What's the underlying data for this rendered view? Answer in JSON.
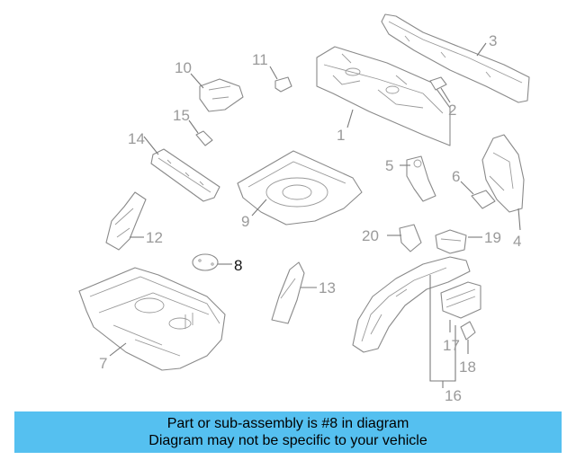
{
  "diagram": {
    "callouts": [
      "1",
      "2",
      "3",
      "4",
      "5",
      "6",
      "7",
      "8",
      "9",
      "10",
      "11",
      "12",
      "13",
      "14",
      "15",
      "16",
      "17",
      "18",
      "19",
      "20"
    ],
    "highlighted_part": "8",
    "colors": {
      "part_stroke": "#8a8a8a",
      "label": "#9a9a9a",
      "highlight_label": "#111111",
      "banner": "#55c0f0"
    }
  },
  "banner": {
    "line1": "Part or sub-assembly is #8 in diagram",
    "line2": "Diagram may not be specific to your vehicle"
  }
}
